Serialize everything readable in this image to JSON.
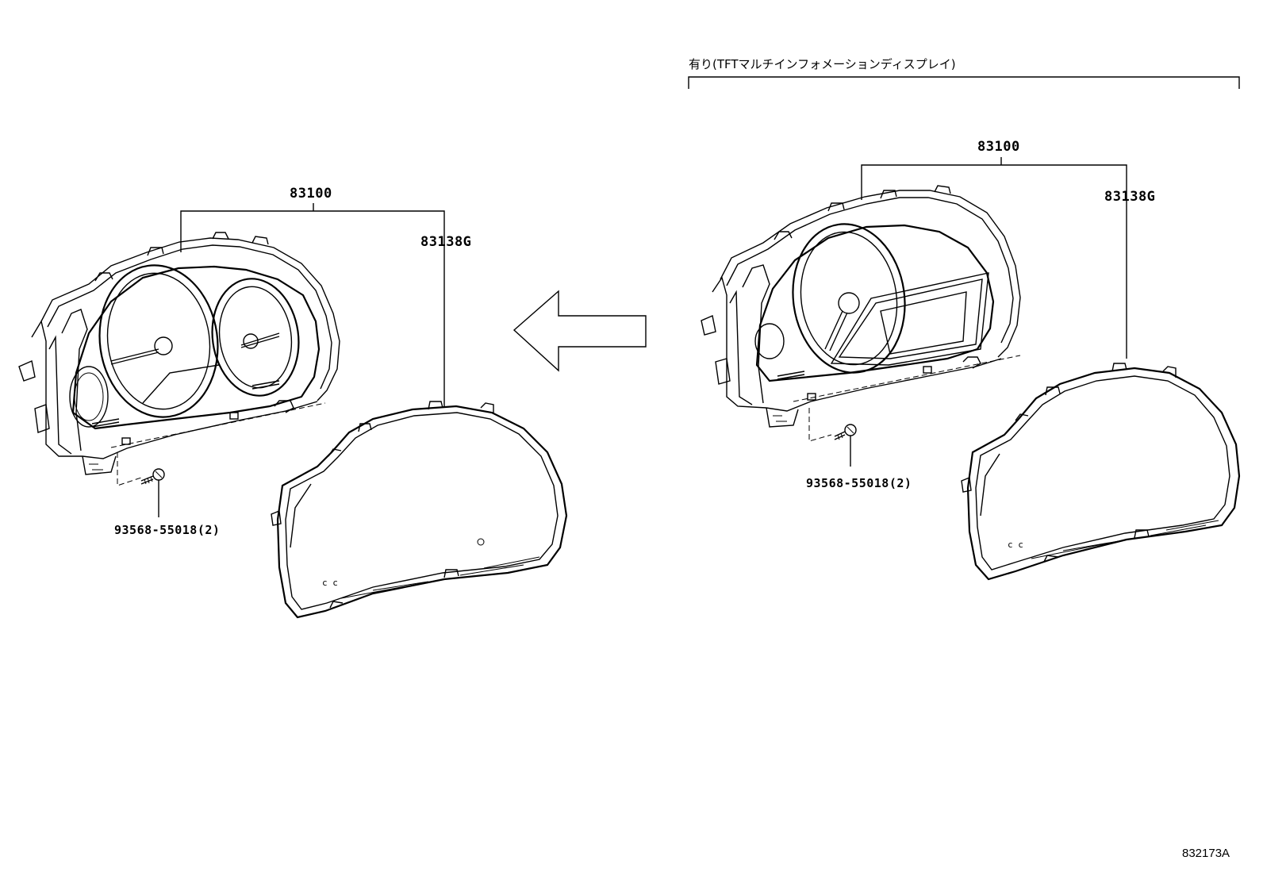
{
  "condition_label": "有り(TFTマルチインフォメーションディスプレイ)",
  "left_assembly": {
    "meter_part": "83100",
    "cover_part": "83138G",
    "screw_part": "93568-55018(2)"
  },
  "right_assembly": {
    "meter_part": "83100",
    "cover_part": "83138G",
    "screw_part": "93568-55018(2)"
  },
  "diagram_code": "832173A"
}
